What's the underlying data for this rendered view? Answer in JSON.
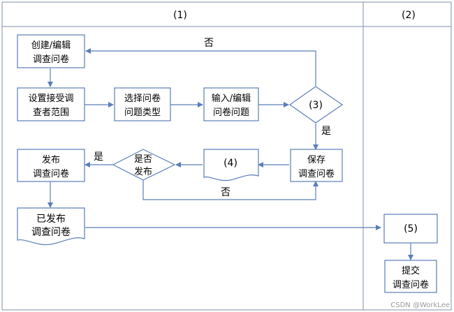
{
  "lanes": {
    "left": "(1)",
    "right": "(2)"
  },
  "nodes": {
    "create_line1": "创建/编辑",
    "create_line2": "调查问卷",
    "scope_line1": "设置接受调",
    "scope_line2": "查者范围",
    "type_line1": "选择问卷",
    "type_line2": "问题类型",
    "edit_line1": "输入/编辑",
    "edit_line2": "问卷问题",
    "decision3": "(3)",
    "save_line1": "保存",
    "save_line2": "调查问卷",
    "doc4": "(4)",
    "publish_q_line1": "是否",
    "publish_q_line2": "发布",
    "publish_line1": "发布",
    "publish_line2": "调查问卷",
    "published_line1": "已发布",
    "published_line2": "调查问卷",
    "step5": "(5)",
    "submit_line1": "提交",
    "submit_line2": "调查问卷"
  },
  "edge_labels": {
    "no_top": "否",
    "yes_right": "是",
    "yes_left": "是",
    "no_bottom": "否"
  },
  "watermark": "CSDN @WorkLee",
  "colors": {
    "line": "#5b7db8",
    "lane_border": "#7f8fae"
  }
}
